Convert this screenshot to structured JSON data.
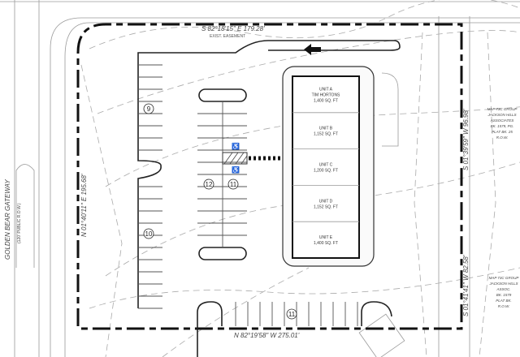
{
  "plan": {
    "street_name": "GOLDEN BEAR GATEWAY",
    "street_row": "(120' PUBLIC R.O.W.)",
    "bearing_top": "S 82°18'15\" E 179.28'",
    "bearing_left": "N 01°40'11\" E 195.68'",
    "bearing_bottom": "N 82°19'58\" W 275.01'",
    "bearing_right_upper": "S 01°39'59\" W 96.98'",
    "bearing_right_lower": "S 01°41'41\" W 82.58'",
    "easement_label": "EXIST. EASEMENT",
    "stall_counts": [
      "9",
      "10",
      "12",
      "11",
      "11"
    ],
    "units": [
      {
        "name": "UNIT A",
        "tenant": "TIM HORTONS",
        "area": "1,400 SQ. FT"
      },
      {
        "name": "UNIT B",
        "tenant": "",
        "area": "1,152 SQ. FT"
      },
      {
        "name": "UNIT C",
        "tenant": "",
        "area": "1,200 SQ. FT"
      },
      {
        "name": "UNIT D",
        "tenant": "",
        "area": "1,152 SQ. FT"
      },
      {
        "name": "UNIT E",
        "tenant": "",
        "area": "1,400 SQ. FT"
      }
    ],
    "neighbor_upper": [
      "MAP 73C GROUP",
      "JACKSON HILLS",
      "ASSOCIATES",
      "BK. 1579, PG.",
      "PLAT BK. 25",
      "R.O.W."
    ],
    "neighbor_lower": [
      "MAP 73C GROUP",
      "JACKSON HILLS",
      "ASSOC.",
      "BK. 1579",
      "PLAT BK.",
      "R.O.W."
    ]
  }
}
